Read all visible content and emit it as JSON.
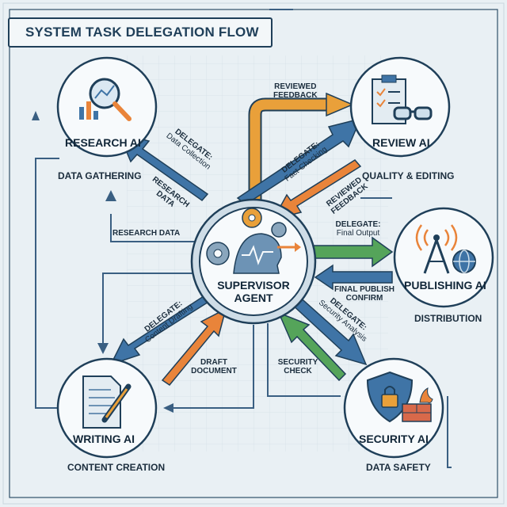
{
  "title": "SYSTEM TASK DELEGATION FLOW",
  "colors": {
    "background": "#e9f0f4",
    "outline": "#1f3f59",
    "blue": "#3f74a6",
    "orange": "#e9843a",
    "green": "#55a45a",
    "circle_fill": "#f7fafc"
  },
  "center": {
    "label_line1": "SUPERVISOR",
    "label_line2": "AGENT",
    "icon": "brain-gears-icon"
  },
  "nodes": {
    "research": {
      "title": "RESEARCH AI",
      "subtitle": "DATA GATHERING",
      "icon": "magnifier-chart-icon"
    },
    "review": {
      "title": "REVIEW AI",
      "subtitle": "QUALITY & EDITING",
      "icon": "clipboard-glasses-icon"
    },
    "publishing": {
      "title": "PUBLISHING AI",
      "subtitle": "DISTRIBUTION",
      "icon": "antenna-globe-icon"
    },
    "writing": {
      "title": "WRITING AI",
      "subtitle": "CONTENT CREATION",
      "icon": "document-pen-icon"
    },
    "security": {
      "title": "SECURITY AI",
      "subtitle": "DATA SAFETY",
      "icon": "shield-lock-firewall-icon"
    }
  },
  "edges": {
    "delegate_research_1": "DELEGATE:",
    "delegate_research_2": "Data Collection",
    "research_data_diag_1": "RESEARCH",
    "research_data_diag_2": "DATA",
    "research_data": "RESEARCH DATA",
    "reviewed_feedback_top_1": "REVIEWED",
    "reviewed_feedback_top_2": "FEEDBACK",
    "delegate_review_1": "DELEGATE:",
    "delegate_review_2": "Fact-Checking",
    "reviewed_feedback_diag_1": "REVIEWED",
    "reviewed_feedback_diag_2": "FEEDBACK",
    "delegate_publish_1": "DELEGATE:",
    "delegate_publish_2": "Final Output",
    "final_publish_1": "FINAL PUBLISH",
    "final_publish_2": "CONFIRM",
    "delegate_writing_1": "DELEGATE:",
    "delegate_writing_2": "Content Drafting",
    "draft_document_1": "DRAFT",
    "draft_document_2": "DOCUMENT",
    "delegate_security_1": "DELEGATE:",
    "delegate_security_2": "Security Analysis",
    "security_check_1": "SECURITY",
    "security_check_2": "CHECK"
  }
}
